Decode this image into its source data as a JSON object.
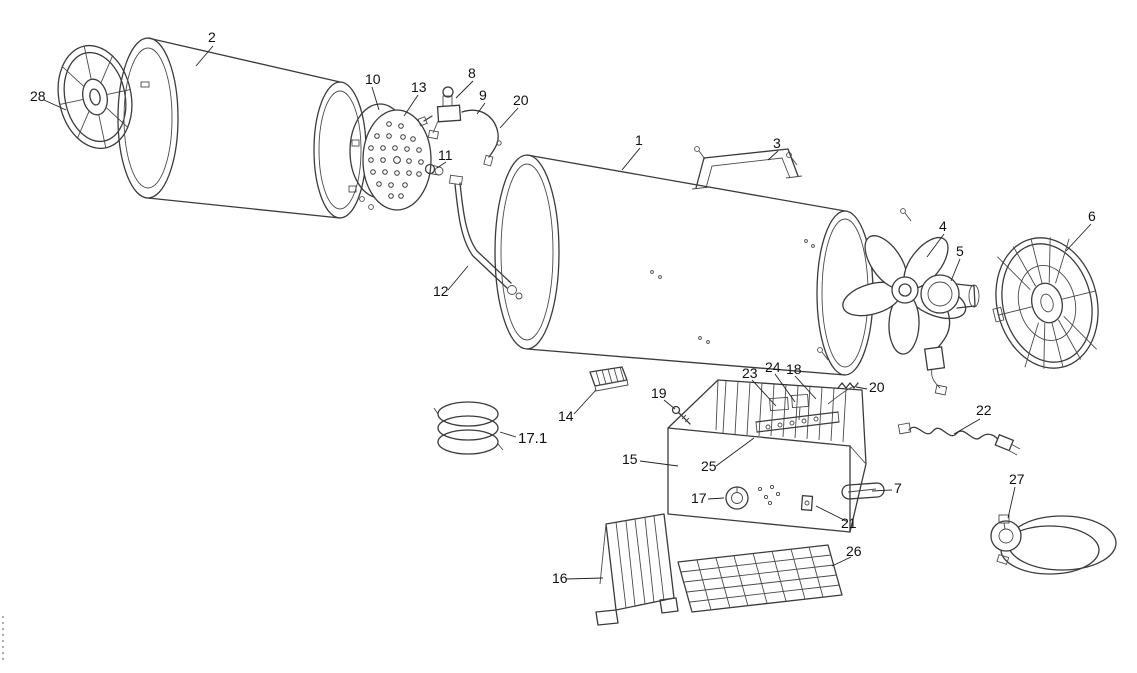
{
  "figure": {
    "type": "exploded-parts-diagram",
    "background": "#ffffff",
    "line_color": "#3b3b3b",
    "label_color": "#101010"
  },
  "callouts": {
    "c1": "1",
    "c2": "2",
    "c3": "3",
    "c4": "4",
    "c5": "5",
    "c6": "6",
    "c7": "7",
    "c8": "8",
    "c9": "9",
    "c10": "10",
    "c11": "11",
    "c12": "12",
    "c13": "13",
    "c14": "14",
    "c15": "15",
    "c16": "16",
    "c17": "17",
    "c17_1": "17.1",
    "c18": "18",
    "c19": "19",
    "c20a": "20",
    "c20b": "20",
    "c21": "21",
    "c22": "22",
    "c23": "23",
    "c24": "24",
    "c25": "25",
    "c26": "26",
    "c27": "27",
    "c28": "28"
  }
}
